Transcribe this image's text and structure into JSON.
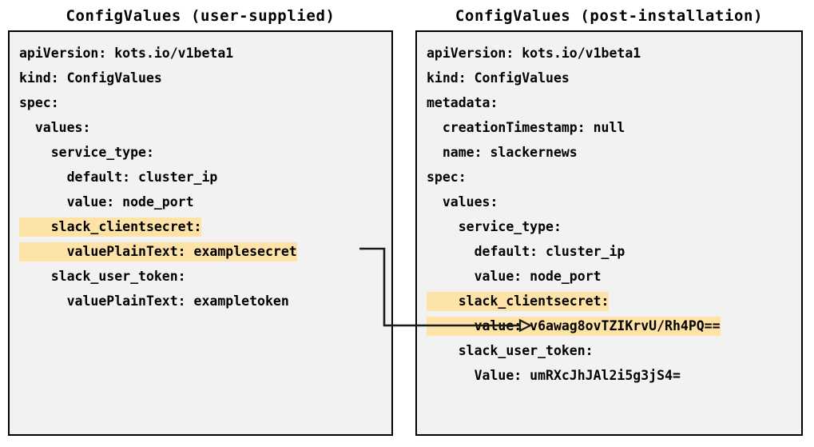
{
  "diagram": {
    "title_left": "ConfigValues (user-supplied)",
    "title_right": "ConfigValues (post-installation)",
    "highlight_color": "#fde3a7",
    "box_background": "#f2f2f2",
    "box_border_color": "#000000",
    "connector_color": "#1a1a1a"
  },
  "left_panel": {
    "title": "ConfigValues (user-supplied)",
    "lines": [
      {
        "text": "apiVersion: kots.io/v1beta1",
        "indent": 0,
        "highlight": false
      },
      {
        "text": "kind: ConfigValues",
        "indent": 0,
        "highlight": false
      },
      {
        "text": "spec:",
        "indent": 0,
        "highlight": false
      },
      {
        "text": "values:",
        "indent": 1,
        "highlight": false
      },
      {
        "text": "service_type:",
        "indent": 2,
        "highlight": false
      },
      {
        "text": "default: cluster_ip",
        "indent": 3,
        "highlight": false
      },
      {
        "text": "value: node_port",
        "indent": 3,
        "highlight": false
      },
      {
        "text": "slack_clientsecret:",
        "indent": 2,
        "highlight": true
      },
      {
        "text": "valuePlainText: examplesecret",
        "indent": 3,
        "highlight": true
      },
      {
        "text": "slack_user_token:",
        "indent": 2,
        "highlight": false
      },
      {
        "text": "valuePlainText: exampletoken",
        "indent": 3,
        "highlight": false
      }
    ]
  },
  "right_panel": {
    "title": "ConfigValues (post-installation)",
    "lines": [
      {
        "text": "apiVersion: kots.io/v1beta1",
        "indent": 0,
        "highlight": false
      },
      {
        "text": "kind: ConfigValues",
        "indent": 0,
        "highlight": false
      },
      {
        "text": "metadata:",
        "indent": 0,
        "highlight": false
      },
      {
        "text": "creationTimestamp: null",
        "indent": 1,
        "highlight": false
      },
      {
        "text": "name: slackernews",
        "indent": 1,
        "highlight": false
      },
      {
        "text": "spec:",
        "indent": 0,
        "highlight": false
      },
      {
        "text": "values:",
        "indent": 1,
        "highlight": false
      },
      {
        "text": "service_type:",
        "indent": 2,
        "highlight": false
      },
      {
        "text": "default: cluster_ip",
        "indent": 3,
        "highlight": false
      },
      {
        "text": "value: node_port",
        "indent": 3,
        "highlight": false
      },
      {
        "text": "slack_clientsecret:",
        "indent": 2,
        "highlight": true
      },
      {
        "text": "value: v6awag8ovTZIKrvU/Rh4PQ==",
        "indent": 3,
        "highlight": true
      },
      {
        "text": "slack_user_token:",
        "indent": 2,
        "highlight": false
      },
      {
        "text": "Value: umRXcJhJAl2i5g3jS4=",
        "indent": 3,
        "highlight": false
      }
    ]
  },
  "connector": {
    "from_label": "valuePlainText: examplesecret",
    "to_label": "value: v6awag8ovTZIKrvU/Rh4PQ=="
  }
}
